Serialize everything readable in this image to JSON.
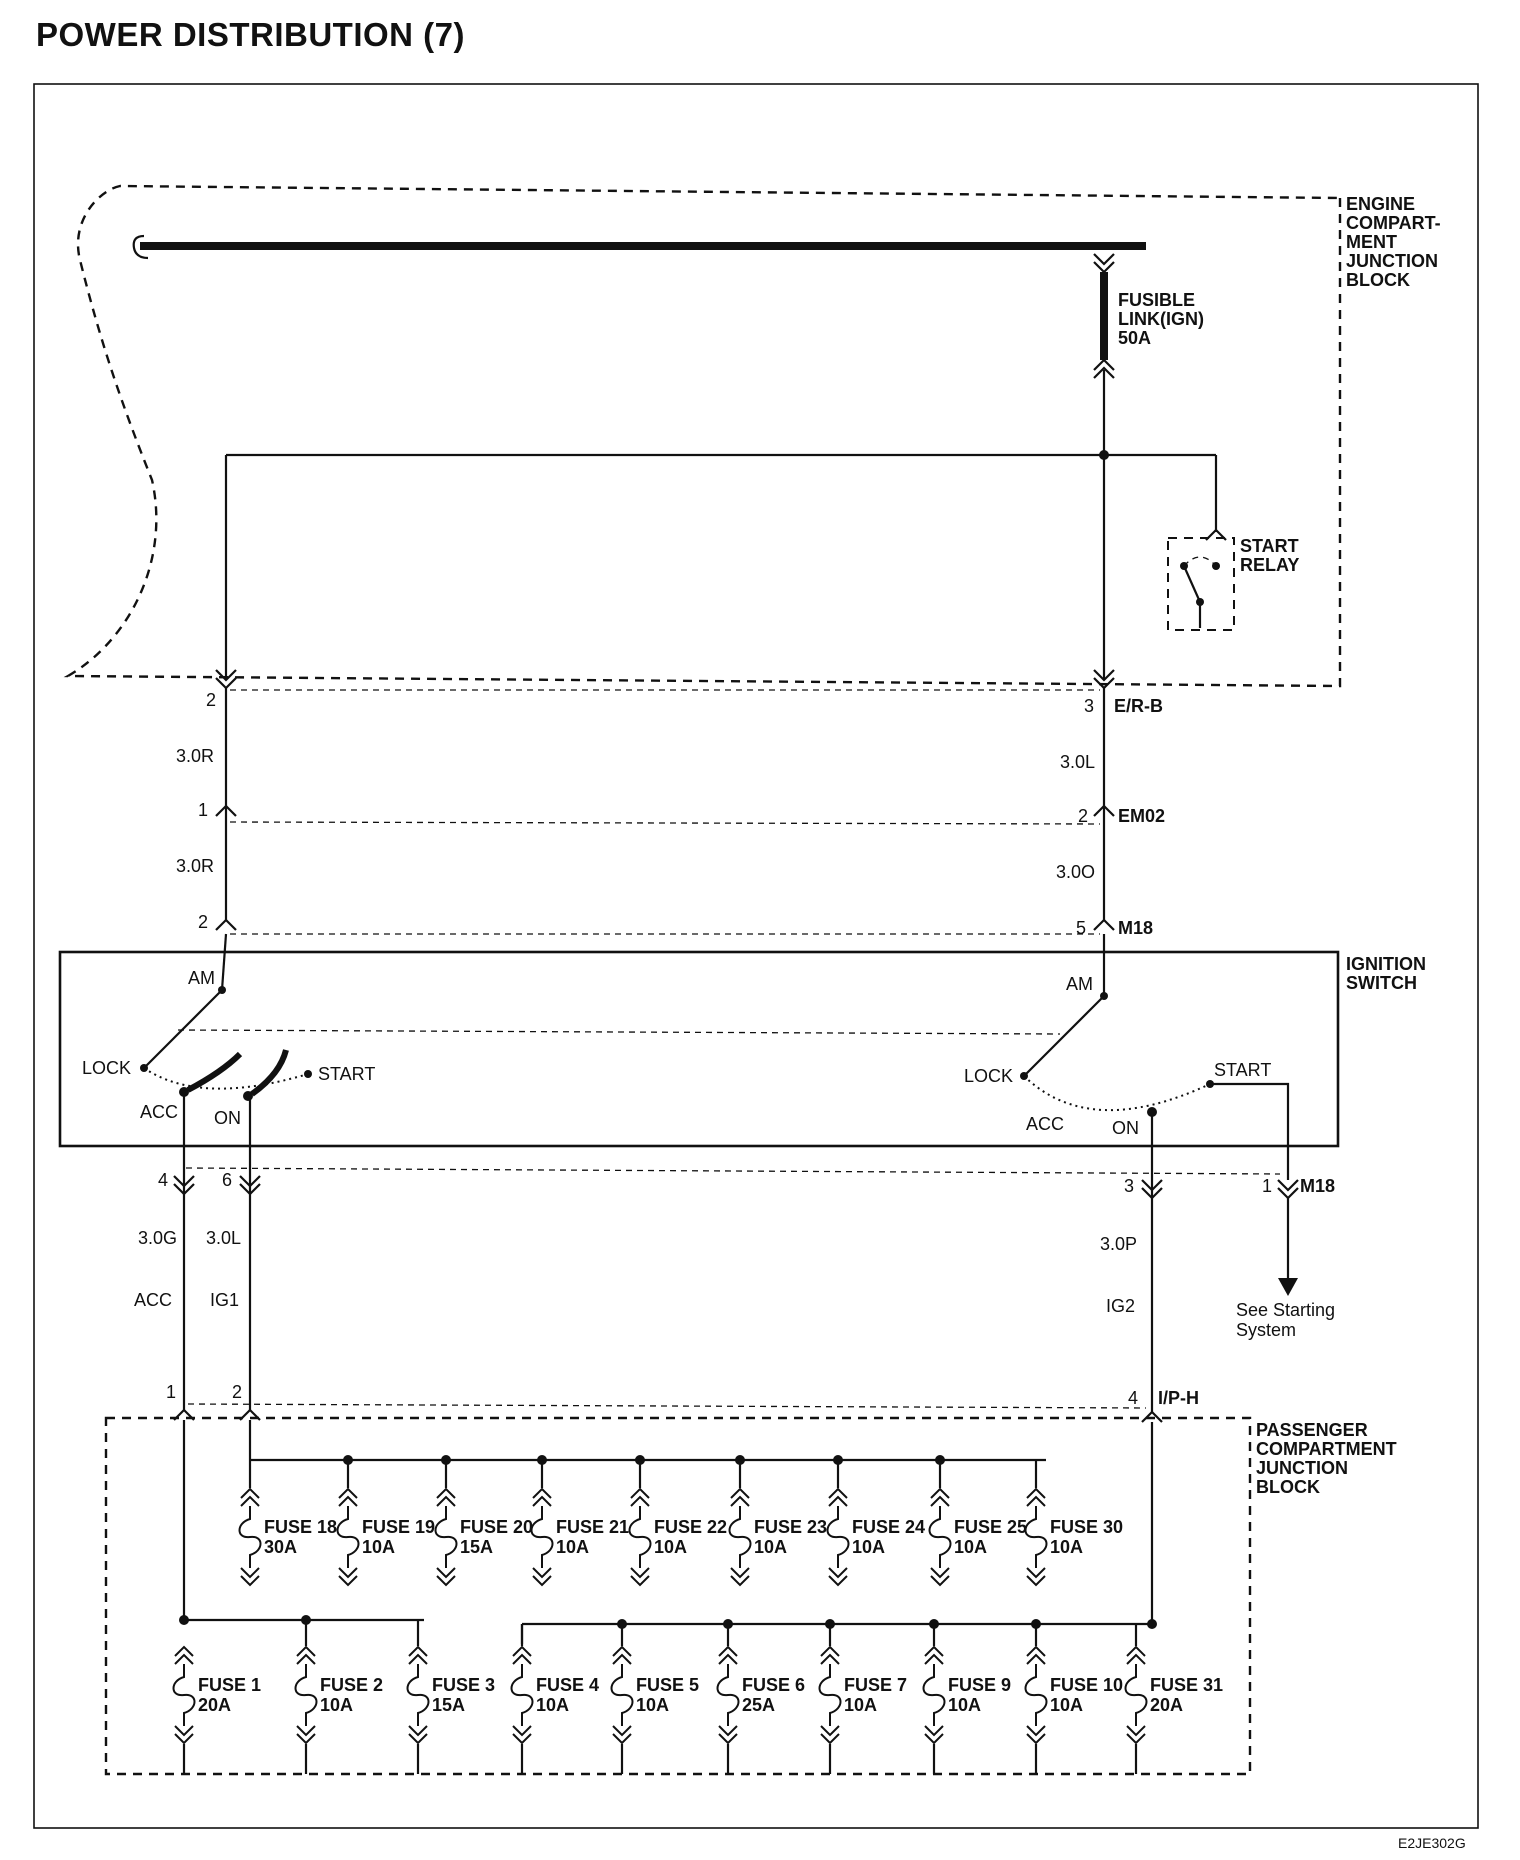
{
  "title": "POWER DISTRIBUTION (7)",
  "diagram_code": "E2JE302G",
  "blocks": {
    "engine_block": [
      "ENGINE",
      "COMPART-",
      "MENT",
      "JUNCTION",
      "BLOCK"
    ],
    "passenger_block": [
      "PASSENGER",
      "COMPARTMENT",
      "JUNCTION",
      "BLOCK"
    ],
    "ignition_switch": [
      "IGNITION",
      "SWITCH"
    ],
    "fusible_link": [
      "FUSIBLE",
      "LINK(IGN)",
      "50A"
    ],
    "start_relay": [
      "START",
      "RELAY"
    ]
  },
  "connectors": {
    "erb": "E/R-B",
    "em02": "EM02",
    "m18_top": "M18",
    "m18_bottom": "M18",
    "iph": "I/P-H"
  },
  "pins": {
    "left_erb": "2",
    "right_erb": "3",
    "left_em02": "1",
    "right_em02": "2",
    "left_m18": "2",
    "right_m18": "5",
    "acc_m18": "4",
    "ig1_m18": "6",
    "ig2_m18": "3",
    "start_m18": "1",
    "acc_iph": "1",
    "ig1_iph": "2",
    "ig2_iph": "4"
  },
  "wires": {
    "left_top": "3.0R",
    "left_mid": "3.0R",
    "right_top": "3.0L",
    "right_mid": "3.0O",
    "acc": "3.0G",
    "ig1": "3.0L",
    "ig2": "3.0P"
  },
  "circuits": {
    "acc": "ACC",
    "ig1": "IG1",
    "ig2": "IG2"
  },
  "switch_positions": {
    "am_left": "AM",
    "am_right": "AM",
    "lock_left": "LOCK",
    "lock_right": "LOCK",
    "acc_left": "ACC",
    "acc_right": "ACC",
    "on_left": "ON",
    "on_right": "ON",
    "start_left": "START",
    "start_right": "START"
  },
  "see_starting": [
    "See Starting",
    "System"
  ],
  "fuses_top": [
    {
      "name": "FUSE 18",
      "rating": "30A"
    },
    {
      "name": "FUSE 19",
      "rating": "10A"
    },
    {
      "name": "FUSE 20",
      "rating": "15A"
    },
    {
      "name": "FUSE 21",
      "rating": "10A"
    },
    {
      "name": "FUSE 22",
      "rating": "10A"
    },
    {
      "name": "FUSE 23",
      "rating": "10A"
    },
    {
      "name": "FUSE 24",
      "rating": "10A"
    },
    {
      "name": "FUSE 25",
      "rating": "10A"
    },
    {
      "name": "FUSE 30",
      "rating": "10A"
    }
  ],
  "fuses_bottom": [
    {
      "name": "FUSE 1",
      "rating": "20A"
    },
    {
      "name": "FUSE 2",
      "rating": "10A"
    },
    {
      "name": "FUSE 3",
      "rating": "15A"
    },
    {
      "name": "FUSE 4",
      "rating": "10A"
    },
    {
      "name": "FUSE 5",
      "rating": "10A"
    },
    {
      "name": "FUSE 6",
      "rating": "25A"
    },
    {
      "name": "FUSE 7",
      "rating": "10A"
    },
    {
      "name": "FUSE 9",
      "rating": "10A"
    },
    {
      "name": "FUSE 10",
      "rating": "10A"
    },
    {
      "name": "FUSE 31",
      "rating": "20A"
    }
  ]
}
